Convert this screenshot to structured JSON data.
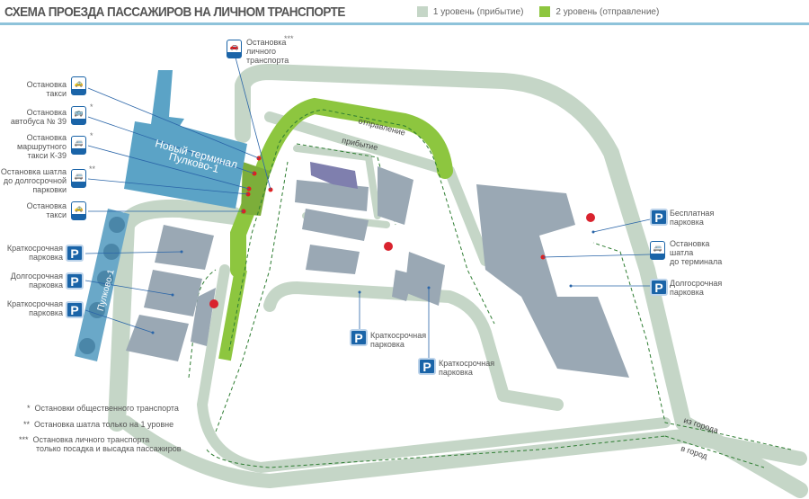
{
  "header": {
    "title": "СХЕМА ПРОЕЗДА ПАССАЖИРОВ НА ЛИЧНОМ ТРАНСПОРТЕ",
    "legend": [
      {
        "label": "1 уровень (прибытие)",
        "color": "#c5d6c7"
      },
      {
        "label": "2 уровень (отправление)",
        "color": "#8dc63f"
      }
    ]
  },
  "terminal": {
    "name": "Новый терминал",
    "name2": "Пулково-1",
    "old": "Пулково-1"
  },
  "roads": {
    "departure": "отправление",
    "arrival": "прибытие",
    "from_city": "из города",
    "to_city": "в город"
  },
  "left_labels": [
    {
      "text1": "Остановка",
      "text2": "такси",
      "icon": "taxi-icon",
      "star": ""
    },
    {
      "text1": "Остановка",
      "text2": "автобуса № 39",
      "icon": "bus-icon",
      "star": "*"
    },
    {
      "text1": "Остановка маршрутного",
      "text2": "такси К-39",
      "icon": "minibus-icon",
      "star": "*"
    },
    {
      "text1": "Остановка шатла",
      "text2": "до долгосрочной парковки",
      "icon": "shuttle-icon",
      "star": "**"
    },
    {
      "text1": "Остановка",
      "text2": "такси",
      "icon": "taxi-icon",
      "star": ""
    }
  ],
  "private_stop": {
    "text1": "Остановка",
    "text2": "личного",
    "text3": "транспорта",
    "star": "***"
  },
  "parking": {
    "short": "Краткосрочная",
    "long": "Долгосрочная",
    "free": "Бесплатная",
    "word": "парковка",
    "p": "P"
  },
  "shuttle_terminal": {
    "text1": "Остановка",
    "text2": "шатла",
    "text3": "до терминала"
  },
  "notes": [
    {
      "mark": "*",
      "text": "Остановки общественного транспорта"
    },
    {
      "mark": "**",
      "text": "Остановка шатла только на 1 уровне"
    },
    {
      "mark": "***",
      "text": "Остановка личного транспорта",
      "text2": "только посадка и высадка пассажиров"
    }
  ]
}
